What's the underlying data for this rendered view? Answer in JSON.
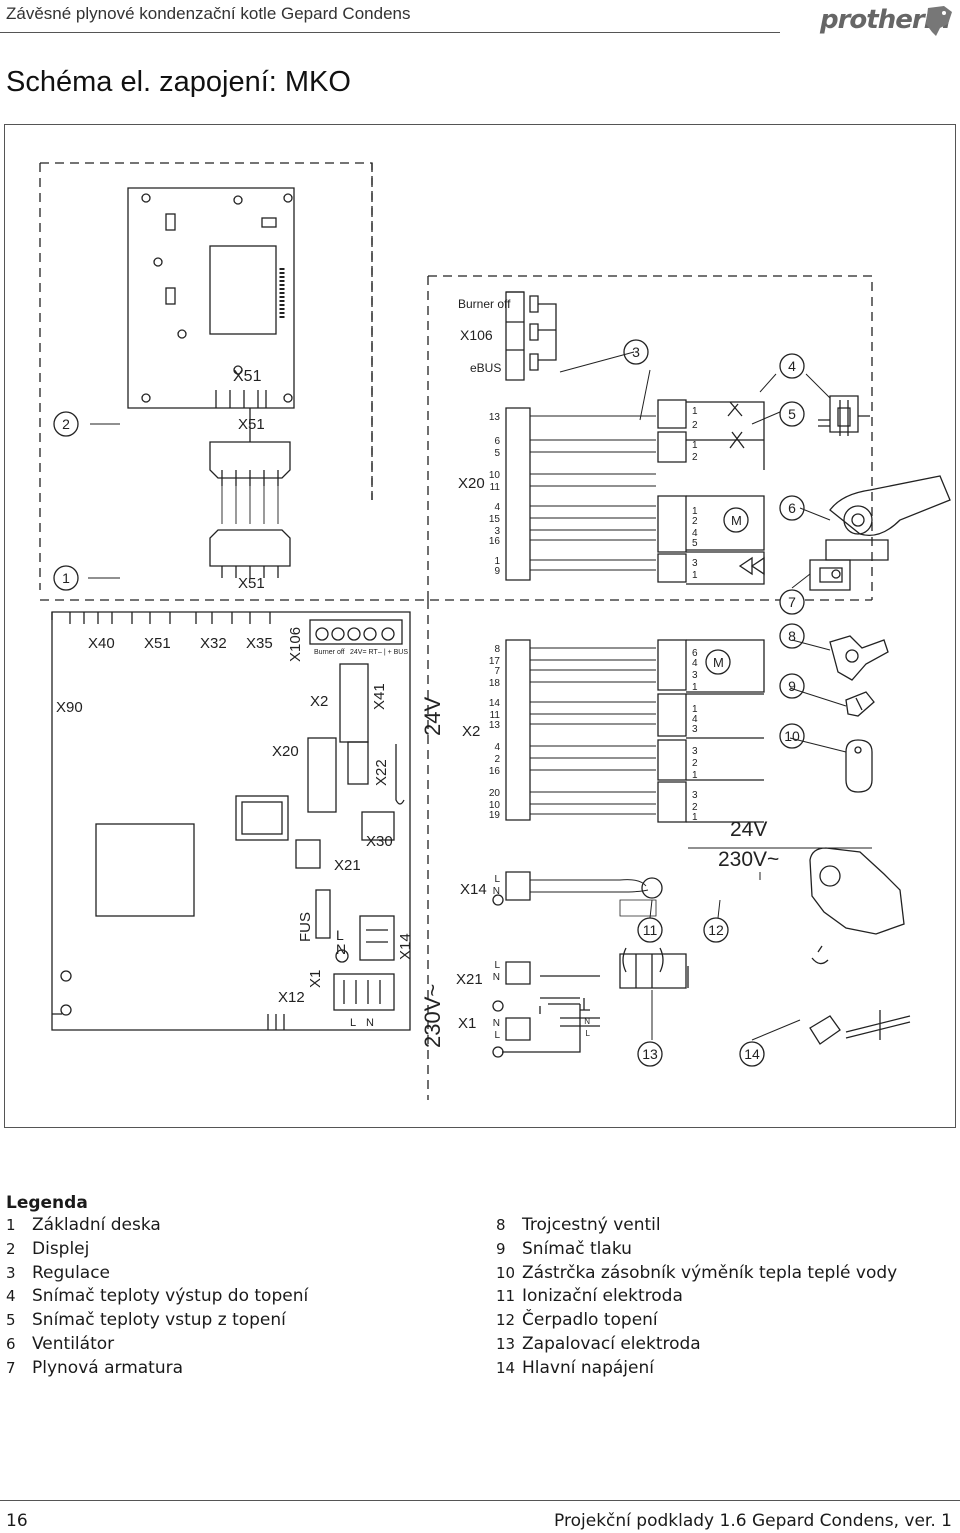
{
  "header": {
    "title": "Závěsné plynové kondenzační kotle Gepard Condens",
    "logo": "protherm"
  },
  "page_title": "Schéma el. zapojení: MKO",
  "diagram": {
    "display_labels": {
      "x51_top": "X51",
      "x51_mid": "X51",
      "x51_bot": "X51"
    },
    "board_connectors": {
      "x40": "X40",
      "x51": "X51",
      "x32": "X32",
      "x35": "X35",
      "x106": "X106",
      "x90": "X90",
      "x2": "X2",
      "x20": "X20",
      "x41": "X41",
      "x22": "X22",
      "x30": "X30",
      "x21": "X21",
      "x12": "X12",
      "x1": "X1",
      "x14": "X14",
      "fus": "FUS"
    },
    "terminal_labels": {
      "burner_off": "Burner off",
      "rt": "24V= RT",
      "bus": "– | + BUS",
      "l": "L",
      "n": "N",
      "l2": "L",
      "n2": "N"
    },
    "voltage_labels": {
      "v24_board": "24V",
      "v230_board": "230V~",
      "v24_right": "24V",
      "v230_right": "230V~"
    },
    "conn_blocks": {
      "burner_off": "Burner off",
      "x106": "X106",
      "ebus": "eBUS",
      "x20": "X20",
      "x2": "X2",
      "x14": "X14",
      "x21": "X21",
      "x1": "X1"
    },
    "pins": {
      "x20a": [
        "13",
        "6",
        "5",
        "10",
        "11",
        "4",
        "15",
        "3",
        "16",
        "1",
        "9"
      ],
      "x2a": [
        "8",
        "17",
        "7",
        "18",
        "14",
        "11",
        "13",
        "4",
        "2",
        "16",
        "20",
        "10",
        "19"
      ],
      "x14": [
        "L",
        "N"
      ],
      "x21": [
        "L",
        "N"
      ],
      "x1": [
        "N",
        "L"
      ],
      "x1_far": [
        "N",
        "L"
      ]
    },
    "device_pins": {
      "s4": [
        "1",
        "2"
      ],
      "s5": [
        "1",
        "2"
      ],
      "fan": [
        "1",
        "2",
        "4",
        "5"
      ],
      "gas": [
        "3",
        "1"
      ],
      "valve": [
        "6",
        "4",
        "3",
        "1"
      ],
      "press": [
        "1",
        "4",
        "3"
      ],
      "dhw": [
        "3",
        "2",
        "1"
      ],
      "ign": [
        "3",
        "2",
        "1"
      ]
    },
    "motor_labels": {
      "fan_m": "M",
      "valve_m": "M"
    },
    "callouts": [
      "1",
      "2",
      "3",
      "4",
      "5",
      "6",
      "7",
      "8",
      "9",
      "10",
      "11",
      "12",
      "13",
      "14"
    ]
  },
  "legend": {
    "heading": "Legenda",
    "left": [
      {
        "num": "1",
        "label": "Základní deska"
      },
      {
        "num": "2",
        "label": "Displej"
      },
      {
        "num": "3",
        "label": "Regulace"
      },
      {
        "num": "4",
        "label": "Snímač teploty výstup do topení"
      },
      {
        "num": "5",
        "label": "Snímač teploty vstup z topení"
      },
      {
        "num": "6",
        "label": "Ventilátor"
      },
      {
        "num": "7",
        "label": "Plynová armatura"
      }
    ],
    "right": [
      {
        "num": "8",
        "label": "Trojcestný ventil"
      },
      {
        "num": "9",
        "label": "Snímač tlaku"
      },
      {
        "num": "10",
        "label": "Zástrčka zásobník výměník tepla teplé vody"
      },
      {
        "num": "11",
        "label": "Ionizační elektroda"
      },
      {
        "num": "12",
        "label": "Čerpadlo topení"
      },
      {
        "num": "13",
        "label": "Zapalovací elektroda"
      },
      {
        "num": "14",
        "label": "Hlavní napájení"
      }
    ]
  },
  "footer": {
    "page_number": "16",
    "document": "Projekční podklady 1.6 Gepard Condens, ver. 1"
  }
}
